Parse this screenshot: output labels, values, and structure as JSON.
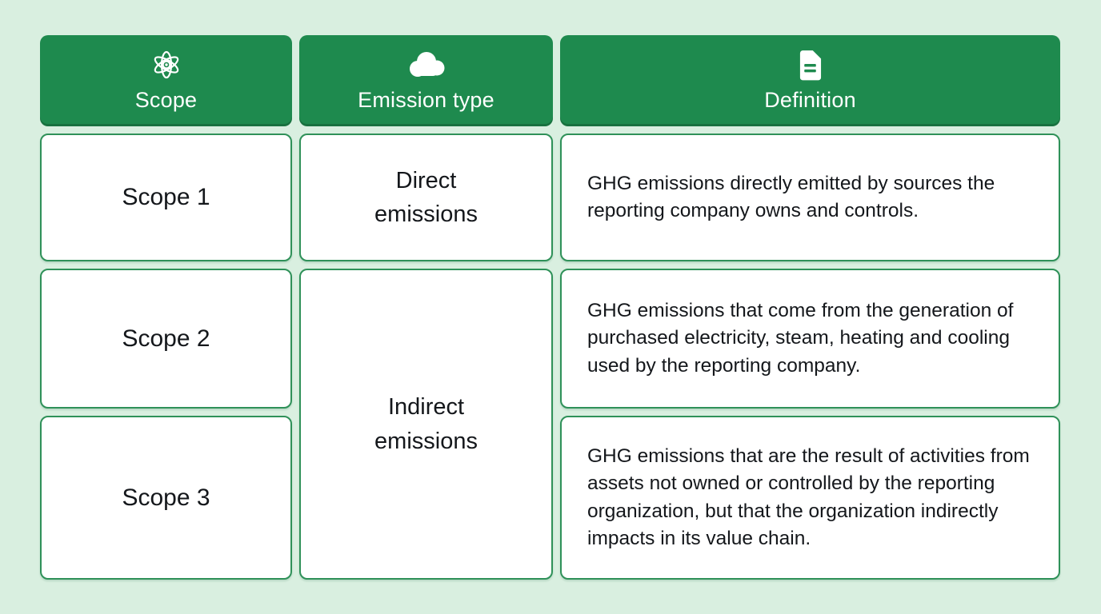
{
  "colors": {
    "background": "#d9efe0",
    "header_bg": "#1e8a4e",
    "header_text": "#ffffff",
    "cell_border": "#2f9159",
    "cell_bg": "#ffffff",
    "body_text": "#14171b"
  },
  "table": {
    "headers": [
      {
        "label": "Scope",
        "icon": "atom-icon"
      },
      {
        "label": "Emission type",
        "icon": "cloud-icon"
      },
      {
        "label": "Definition",
        "icon": "document-icon"
      }
    ],
    "scope_labels": [
      "Scope 1",
      "Scope 2",
      "Scope 3"
    ],
    "emission_types": {
      "direct": "Direct emissions",
      "indirect": "Indirect emissions"
    },
    "definitions": [
      "GHG emissions directly emitted by sources the reporting company owns and controls.",
      "GHG emissions that come from the generation of purchased electricity, steam, heating and cooling used by the reporting company.",
      "GHG emissions that are the result of activities from assets not owned or controlled by the reporting organization, but that the organization indirectly impacts in its value chain."
    ]
  }
}
